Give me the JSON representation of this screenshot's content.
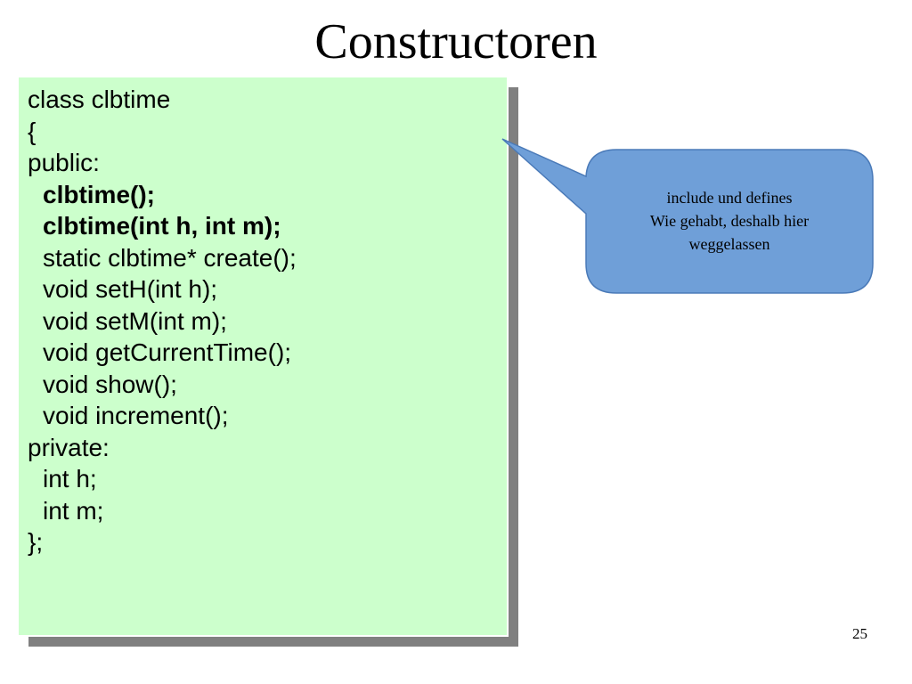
{
  "slide": {
    "title": "Constructoren",
    "page_number": "25"
  },
  "code": {
    "lines": [
      {
        "text": "class clbtime",
        "indent": false,
        "bold": false
      },
      {
        "text": "{",
        "indent": false,
        "bold": false
      },
      {
        "text": "public:",
        "indent": false,
        "bold": false
      },
      {
        "text": "clbtime();",
        "indent": true,
        "bold": true
      },
      {
        "text": "clbtime(int h, int m);",
        "indent": true,
        "bold": true
      },
      {
        "text": "static clbtime* create();",
        "indent": true,
        "bold": false
      },
      {
        "text": "void setH(int h);",
        "indent": true,
        "bold": false
      },
      {
        "text": "void setM(int m);",
        "indent": true,
        "bold": false
      },
      {
        "text": "void getCurrentTime();",
        "indent": true,
        "bold": false
      },
      {
        "text": "void show();",
        "indent": true,
        "bold": false
      },
      {
        "text": "void increment();",
        "indent": true,
        "bold": false
      },
      {
        "text": "private:",
        "indent": false,
        "bold": false
      },
      {
        "text": "int h;",
        "indent": true,
        "bold": false
      },
      {
        "text": "int m;",
        "indent": true,
        "bold": false
      },
      {
        "text": "};",
        "indent": false,
        "bold": false
      }
    ]
  },
  "callout": {
    "lines": [
      "include und defines",
      "Wie gehabt, deshalb hier",
      "weggelassen"
    ]
  },
  "colors": {
    "code_background": "#ccffcc",
    "code_shadow": "#808080",
    "callout_fill": "#6f9fd8",
    "callout_stroke": "#4a7ab8"
  }
}
